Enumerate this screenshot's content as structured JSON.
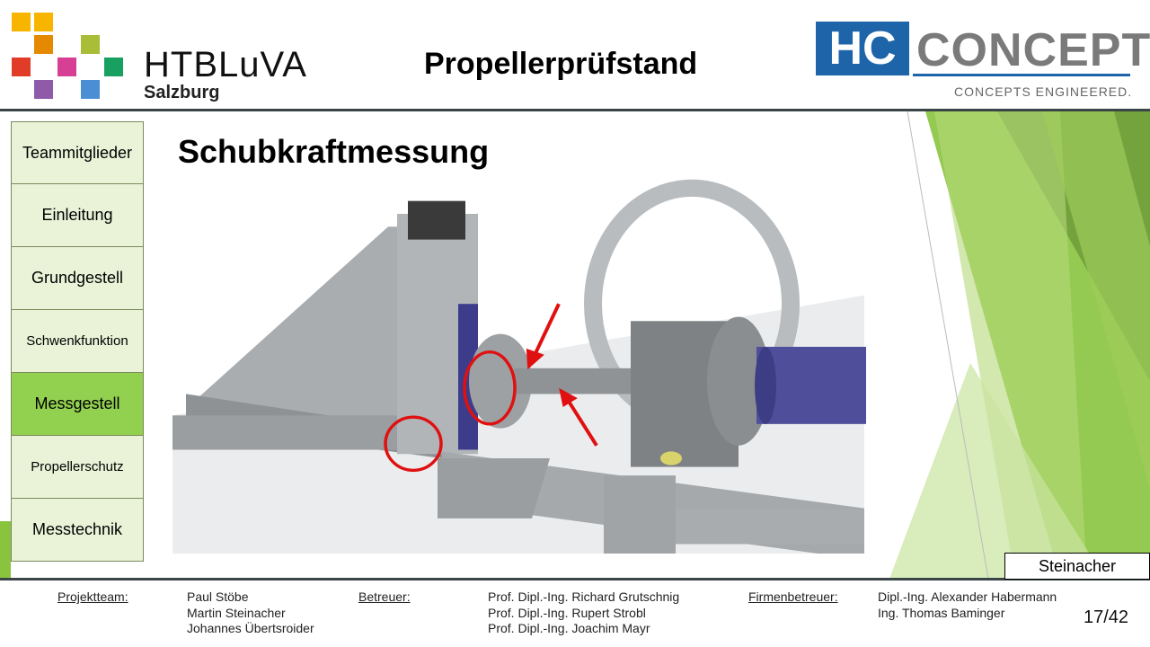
{
  "header": {
    "title": "Propellerprüfstand",
    "school": "HTBLuVA",
    "city": "Salzburg",
    "partner_logo": {
      "abbr": "HC",
      "word": "CONCEPTS",
      "tagline": "CONCEPTS ENGINEERED."
    }
  },
  "nav": {
    "items": [
      {
        "label": "Teammitglieder"
      },
      {
        "label": "Einleitung"
      },
      {
        "label": "Grundgestell"
      },
      {
        "label": "Schwenkfunktion"
      },
      {
        "label": "Messgestell",
        "active": true
      },
      {
        "label": "Propellerschutz"
      },
      {
        "label": "Messtechnik"
      }
    ]
  },
  "slide": {
    "heading": "Schubkraftmessung",
    "author": "Steinacher",
    "accent": "#92d050"
  },
  "footer": {
    "team_label": "Projektteam:",
    "team": [
      "Paul Stöbe",
      "Martin Steinacher",
      "Johannes Übertsroider"
    ],
    "advisor_label": "Betreuer:",
    "advisors": [
      "Prof. Dipl.-Ing. Richard Grutschnig",
      "Prof. Dipl.-Ing. Rupert Strobl",
      "Prof. Dipl.-Ing. Joachim Mayr"
    ],
    "company_label": "Firmenbetreuer:",
    "company": [
      "Dipl.-Ing. Alexander Habermann",
      "Ing. Thomas Baminger"
    ],
    "page": "17/42"
  }
}
